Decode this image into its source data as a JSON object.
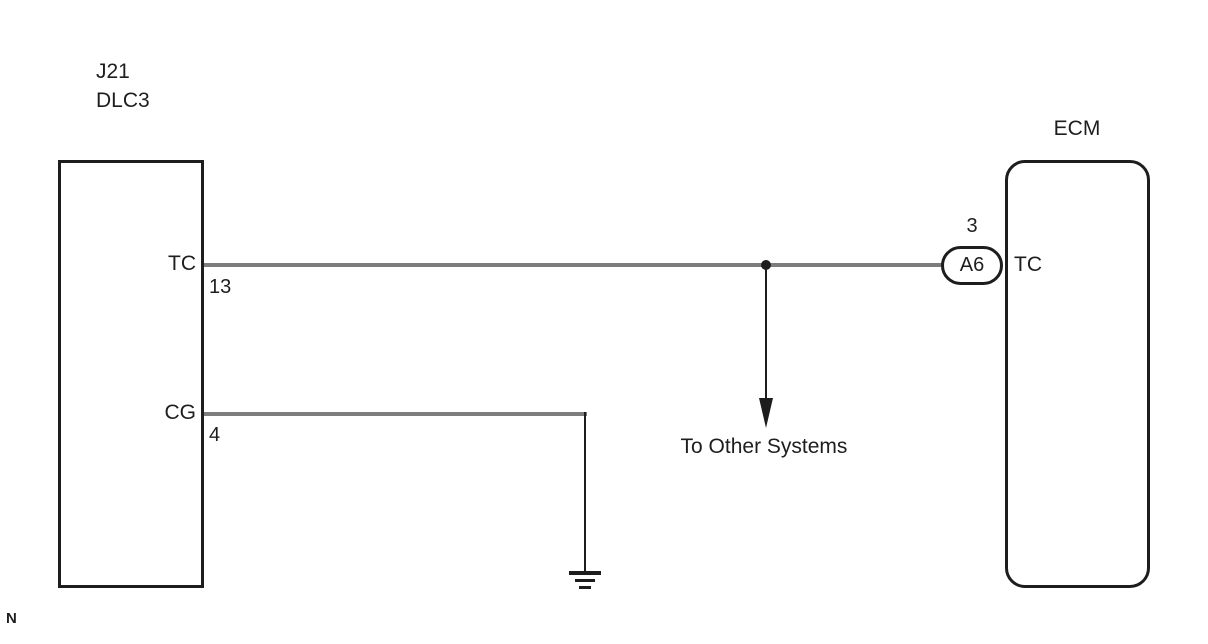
{
  "diagram": {
    "connector": {
      "code": "J21",
      "name": "DLC3",
      "pins": [
        {
          "signal": "TC",
          "number": "13"
        },
        {
          "signal": "CG",
          "number": "4"
        }
      ]
    },
    "ecm": {
      "title": "ECM",
      "terminal": {
        "pin_number": "3",
        "code": "A6",
        "signal": "TC"
      }
    },
    "branch_label": "To Other Systems",
    "corner_label": "N",
    "colors": {
      "wire_gray": "#7d7d7d",
      "ink_black": "#1d1d1d"
    }
  }
}
